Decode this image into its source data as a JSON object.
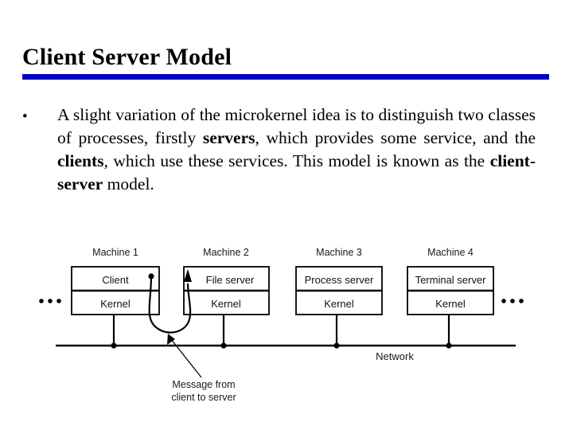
{
  "slide": {
    "title": "Client Server Model",
    "rule_color": "#0000CC"
  },
  "bullet": {
    "marker": "•",
    "segments": [
      {
        "text": "A slight variation of the microkernel idea is to distinguish two classes of processes, firstly ",
        "bold": false
      },
      {
        "text": "servers",
        "bold": true
      },
      {
        "text": ", which provides some service, and the ",
        "bold": false
      },
      {
        "text": "clients",
        "bold": true
      },
      {
        "text": ", which use these services. This model is known as the ",
        "bold": false
      },
      {
        "text": "client-server",
        "bold": true
      },
      {
        "text": " model.",
        "bold": false
      }
    ],
    "full_text": "A slight variation of the microkernel idea is to distinguish two classes of processes, firstly servers, which provides some service, and the clients, which use these services. This model is known as the client-server model."
  },
  "diagram": {
    "machines": [
      {
        "title": "Machine 1",
        "top_box": "Client",
        "bottom_box": "Kernel"
      },
      {
        "title": "Machine 2",
        "top_box": "File server",
        "bottom_box": "Kernel"
      },
      {
        "title": "Machine 3",
        "top_box": "Process server",
        "bottom_box": "Kernel"
      },
      {
        "title": "Machine 4",
        "top_box": "Terminal server",
        "bottom_box": "Kernel"
      }
    ],
    "network_label": "Network",
    "caption_line1": "Message from",
    "caption_line2": "client to server",
    "ellipsis_left": "• • •",
    "ellipsis_right": "• • •"
  }
}
